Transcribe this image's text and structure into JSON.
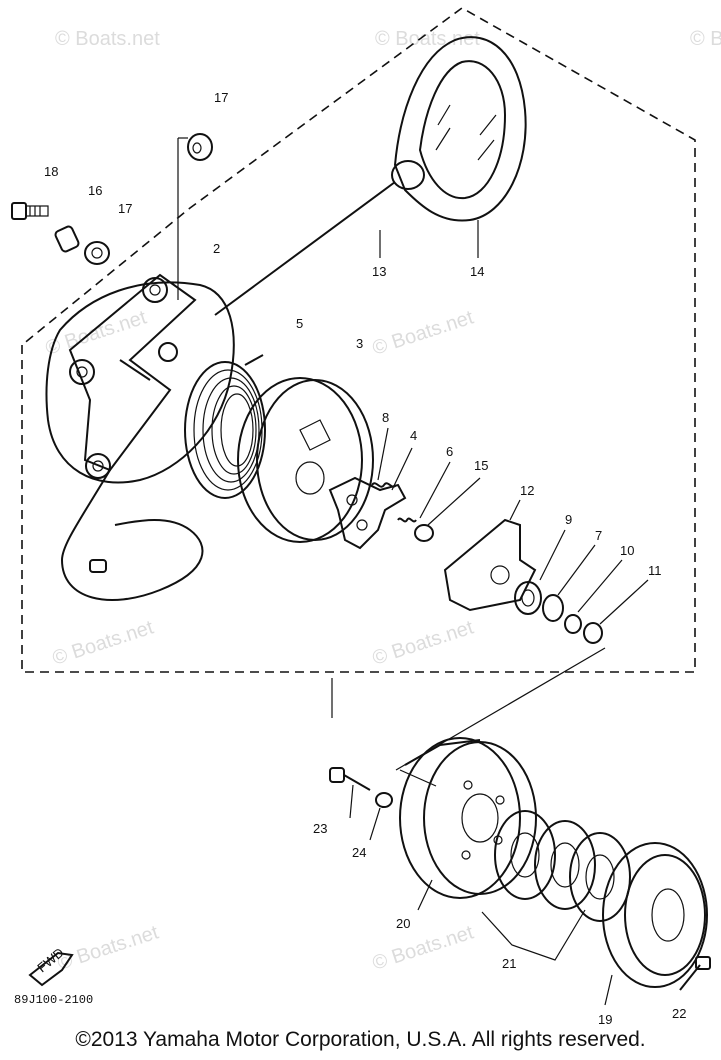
{
  "watermarks": [
    "© Boats.net",
    "© Boats.net",
    "© Boats.net",
    "© Boats.net",
    "© Boats.net",
    "© Boats.net",
    "© Boats.net",
    "© Boats.net",
    "© Boats.net"
  ],
  "callouts": [
    "17",
    "18",
    "16",
    "17",
    "2",
    "13",
    "14",
    "5",
    "3",
    "8",
    "4",
    "6",
    "15",
    "12",
    "9",
    "7",
    "10",
    "11",
    "23",
    "24",
    "20",
    "21",
    "19",
    "22"
  ],
  "fwd_label": "FWD",
  "diagram_code": "89J100-2100",
  "copyright": "©2013 Yamaha Motor Corporation, U.S.A. All rights reserved."
}
